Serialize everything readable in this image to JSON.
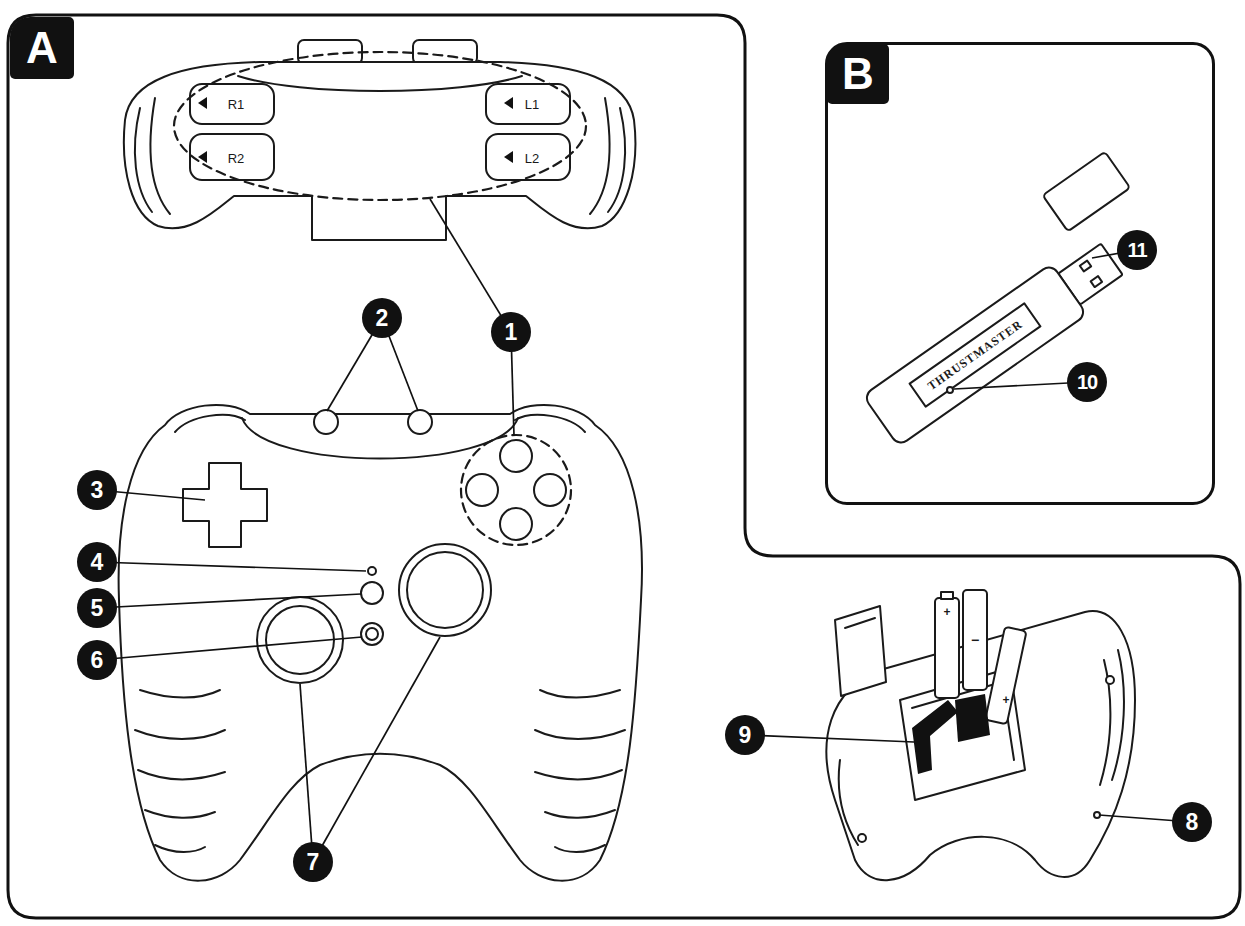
{
  "diagram": {
    "nodes": [
      {
        "text": [
          "A"
        ]
      },
      {
        "text": [
          "B"
        ]
      },
      {
        "text": [
          "1"
        ],
        "in": 0
      },
      {
        "text": [
          "2"
        ],
        "in": 0
      },
      {
        "text": [
          "3"
        ],
        "in": 0
      },
      {
        "text": [
          "4"
        ],
        "in": 0
      },
      {
        "text": [
          "5"
        ],
        "in": 0
      },
      {
        "text": [
          "6"
        ],
        "in": 0
      },
      {
        "text": [
          "7"
        ],
        "in": 0
      },
      {
        "text": [
          "8"
        ],
        "in": 0
      },
      {
        "text": [
          "9"
        ],
        "in": 0
      },
      {
        "text": [
          "10"
        ],
        "in": 1
      },
      {
        "text": [
          "11"
        ],
        "in": 1
      }
    ],
    "labels": [
      "R1",
      "R2",
      "L1",
      "L2",
      "THRUSTMASTER",
      "+",
      "−",
      "+"
    ]
  }
}
